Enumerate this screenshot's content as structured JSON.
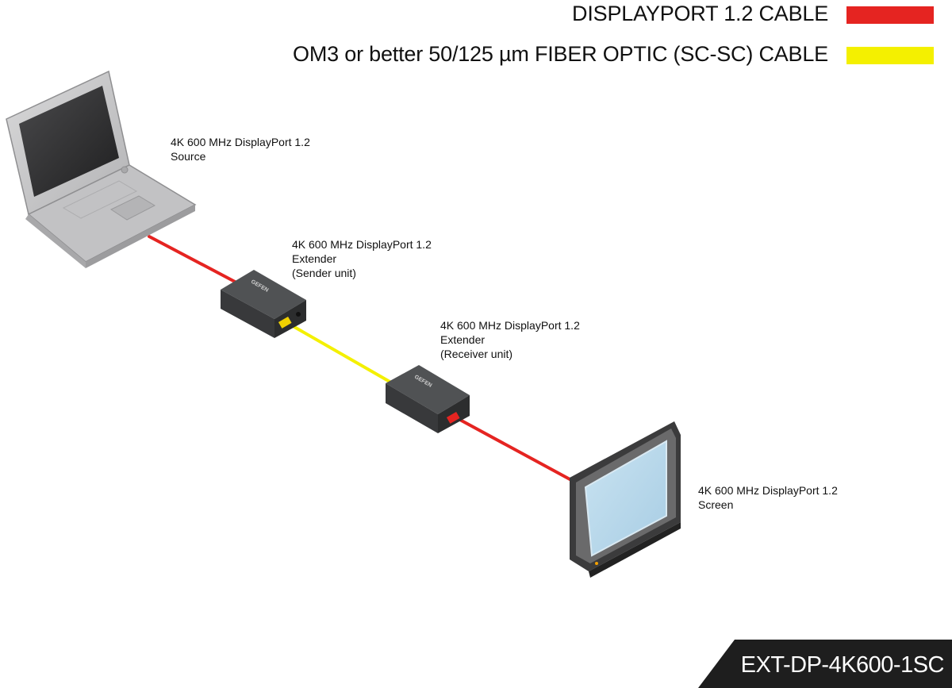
{
  "legend": [
    {
      "label": "DISPLAYPORT 1.2 CABLE",
      "color": "#e52421"
    },
    {
      "label": "OM3 or better 50/125 µm FIBER OPTIC (SC-SC) CABLE",
      "color": "#f4f000"
    }
  ],
  "devices": {
    "source": {
      "lines": [
        "4K 600 MHz DisplayPort 1.2",
        "Source"
      ]
    },
    "sender": {
      "lines": [
        "4K 600 MHz DisplayPort 1.2",
        "Extender",
        "(Sender unit)"
      ],
      "brand": "GEFEN"
    },
    "receiver": {
      "lines": [
        "4K 600 MHz DisplayPort 1.2",
        "Extender",
        "(Receiver unit)"
      ],
      "brand": "GEFEN"
    },
    "screen": {
      "lines": [
        "4K 600 MHz DisplayPort 1.2",
        "Screen"
      ]
    }
  },
  "model": "EXT-DP-4K600-1SC",
  "colors": {
    "dp_cable": "#e52421",
    "fiber_cable": "#f4f000",
    "extender_body": "#3f4143",
    "laptop_body": "#c9c9ca",
    "screen_glass": "#b9d8ea",
    "banner": "#1e1e1e"
  }
}
